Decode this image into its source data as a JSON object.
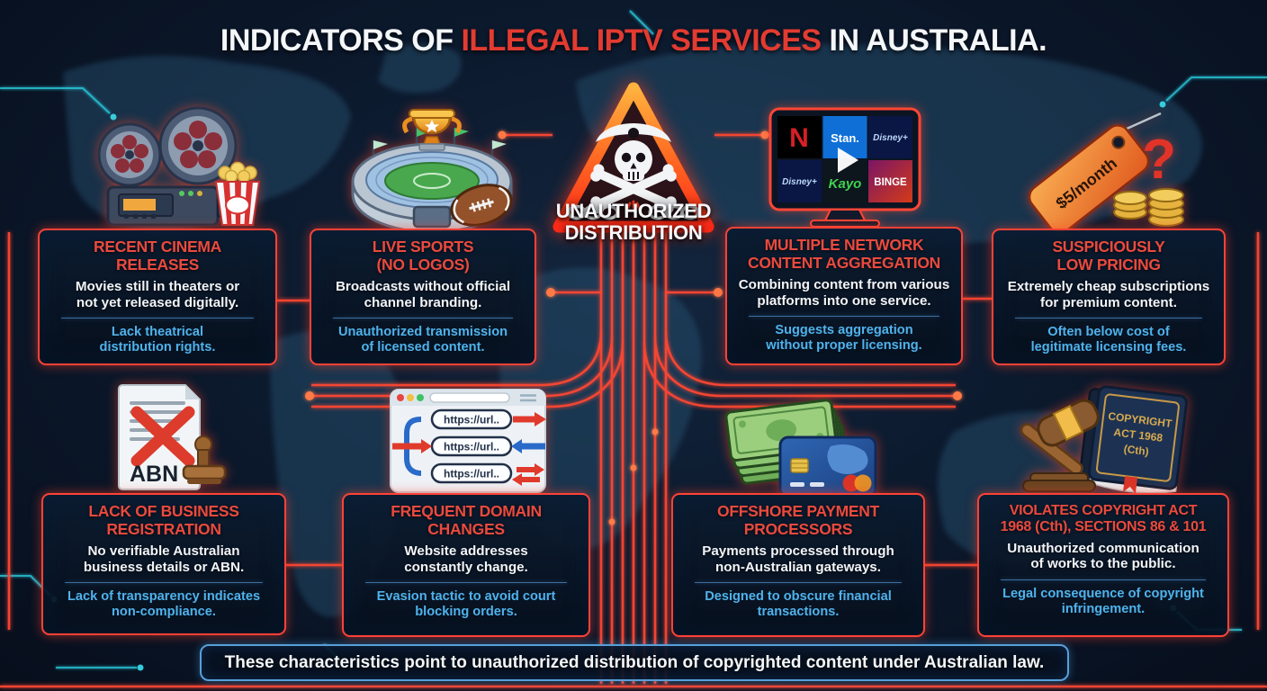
{
  "title": {
    "part1": "INDICATORS OF ",
    "highlight": "ILLEGAL IPTV SERVICES",
    "part2": " IN AUSTRALIA."
  },
  "center_warning": {
    "label": "UNAUTHORIZED\nDISTRIBUTION"
  },
  "cards": [
    {
      "title": "RECENT CINEMA\nRELEASES",
      "body": "Movies still in theaters or\nnot yet released digitally.",
      "note": "Lack theatrical\ndistribution rights."
    },
    {
      "title": "LIVE SPORTS\n(NO LOGOS)",
      "body": "Broadcasts without official\nchannel branding.",
      "note": "Unauthorized transmission\nof licensed content."
    },
    {
      "title": "MULTIPLE NETWORK\nCONTENT AGGREGATION",
      "body": "Combining content from various\nplatforms into one service.",
      "note": "Suggests aggregation\nwithout proper licensing."
    },
    {
      "title": "SUSPICIOUSLY\nLOW PRICING",
      "body": "Extremely cheap subscriptions\nfor premium content.",
      "note": "Often below cost of\nlegitimate licensing fees."
    },
    {
      "title": "LACK OF BUSINESS\nREGISTRATION",
      "body": "No verifiable Australian\nbusiness details or ABN.",
      "note": "Lack of transparency indicates\nnon-compliance."
    },
    {
      "title": "FREQUENT DOMAIN\nCHANGES",
      "body": "Website addresses\nconstantly change.",
      "note": "Evasion tactic to avoid court\nblocking orders."
    },
    {
      "title": "OFFSHORE PAYMENT\nPROCESSORS",
      "body": "Payments processed through\nnon-Australian gateways.",
      "note": "Designed to obscure financial\ntransactions."
    },
    {
      "title": "VIOLATES COPYRIGHT ACT\n1968 (Cth), SECTIONS 86 & 101",
      "body": "Unauthorized communication\nof works to the public.",
      "note": "Legal consequence of copyright\ninfringement."
    }
  ],
  "icons": {
    "icon_names": [
      "film-projector-popcorn-icon",
      "stadium-trophy-football-icon",
      "streaming-tv-icon",
      "price-tag-coins-icon",
      "abn-document-stamp-icon",
      "browser-urls-icon",
      "cash-credit-card-icon",
      "gavel-law-book-icon",
      "warning-triangle-icon",
      "pirate-skull-icon",
      "broken-chain-icon"
    ],
    "tv_logos": [
      "N",
      "Stan.",
      "Disney+",
      "Disney+",
      "Kayo",
      "BINGE"
    ],
    "price_tag_label": "$5/month",
    "question_mark": "?",
    "abn_label": "ABN",
    "url_labels": [
      "https://url..",
      "https://url..",
      "https://url.."
    ],
    "book_label_lines": [
      "COPYRIGHT",
      "ACT 1968",
      "(Cth)"
    ]
  },
  "banner": {
    "text": "These characteristics point to unauthorized distribution of copyrighted content under Australian law."
  },
  "colors": {
    "background": "#0c1a2e",
    "map_blue": "#2a5878",
    "card_border": "#ff4236",
    "heading_red": "#ea4a3e",
    "body_text": "#f2f5f9",
    "note_blue": "#4fb3ec",
    "banner_border": "#589fd8",
    "circuit_teal": "#2ad4e6",
    "trace_red": "#ff4632",
    "title_highlight": "#e23b31"
  }
}
